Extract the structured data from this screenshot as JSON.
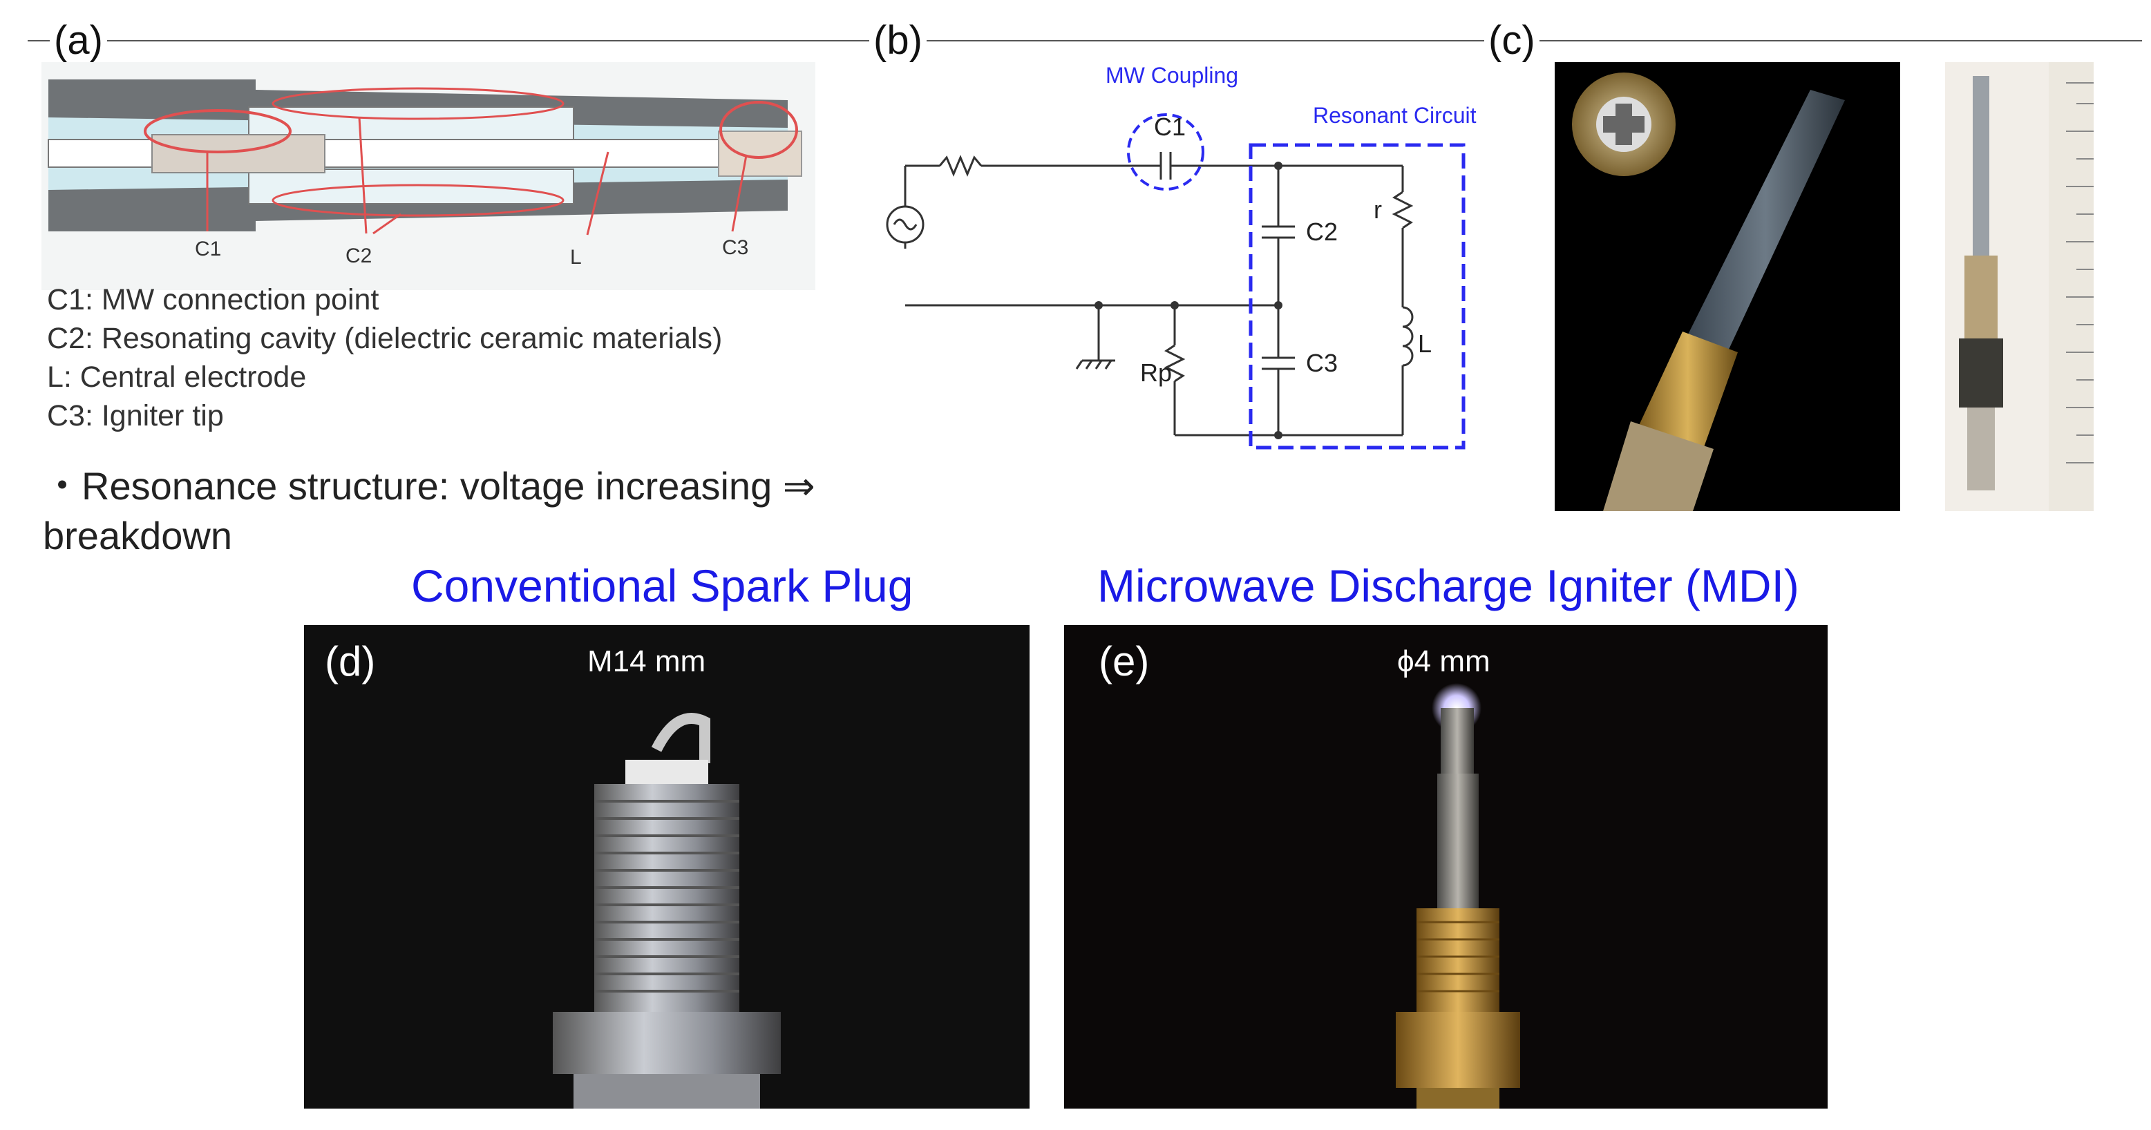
{
  "panels": {
    "a": {
      "label": "(a)",
      "cad_labels": [
        "C1",
        "C2",
        "L",
        "C3"
      ],
      "legend": [
        "C1: MW connection point",
        "C2: Resonating cavity (dielectric ceramic materials)",
        "L: Central electrode",
        "C3: Igniter tip"
      ],
      "bullet": "・Resonance structure: voltage increasing ⇒ breakdown"
    },
    "b": {
      "label": "(b)",
      "mw_coupling": "MW Coupling",
      "resonant_circuit": "Resonant Circuit",
      "components": {
        "c1": "C1",
        "c2": "C2",
        "c3": "C3",
        "r": "r",
        "l": "L",
        "rp": "Rp"
      }
    },
    "c": {
      "label": "(c)"
    },
    "d": {
      "label": "(d)",
      "dimension": "M14 mm",
      "heading": "Conventional Spark Plug"
    },
    "e": {
      "label": "(e)",
      "dimension": "ϕ4 mm",
      "heading": "Microwave Discharge Igniter (MDI)"
    }
  },
  "colors": {
    "heading": "#1a1ae6",
    "dashed_box": "#2a2af0",
    "highlight_ellipse": "#e05050"
  }
}
